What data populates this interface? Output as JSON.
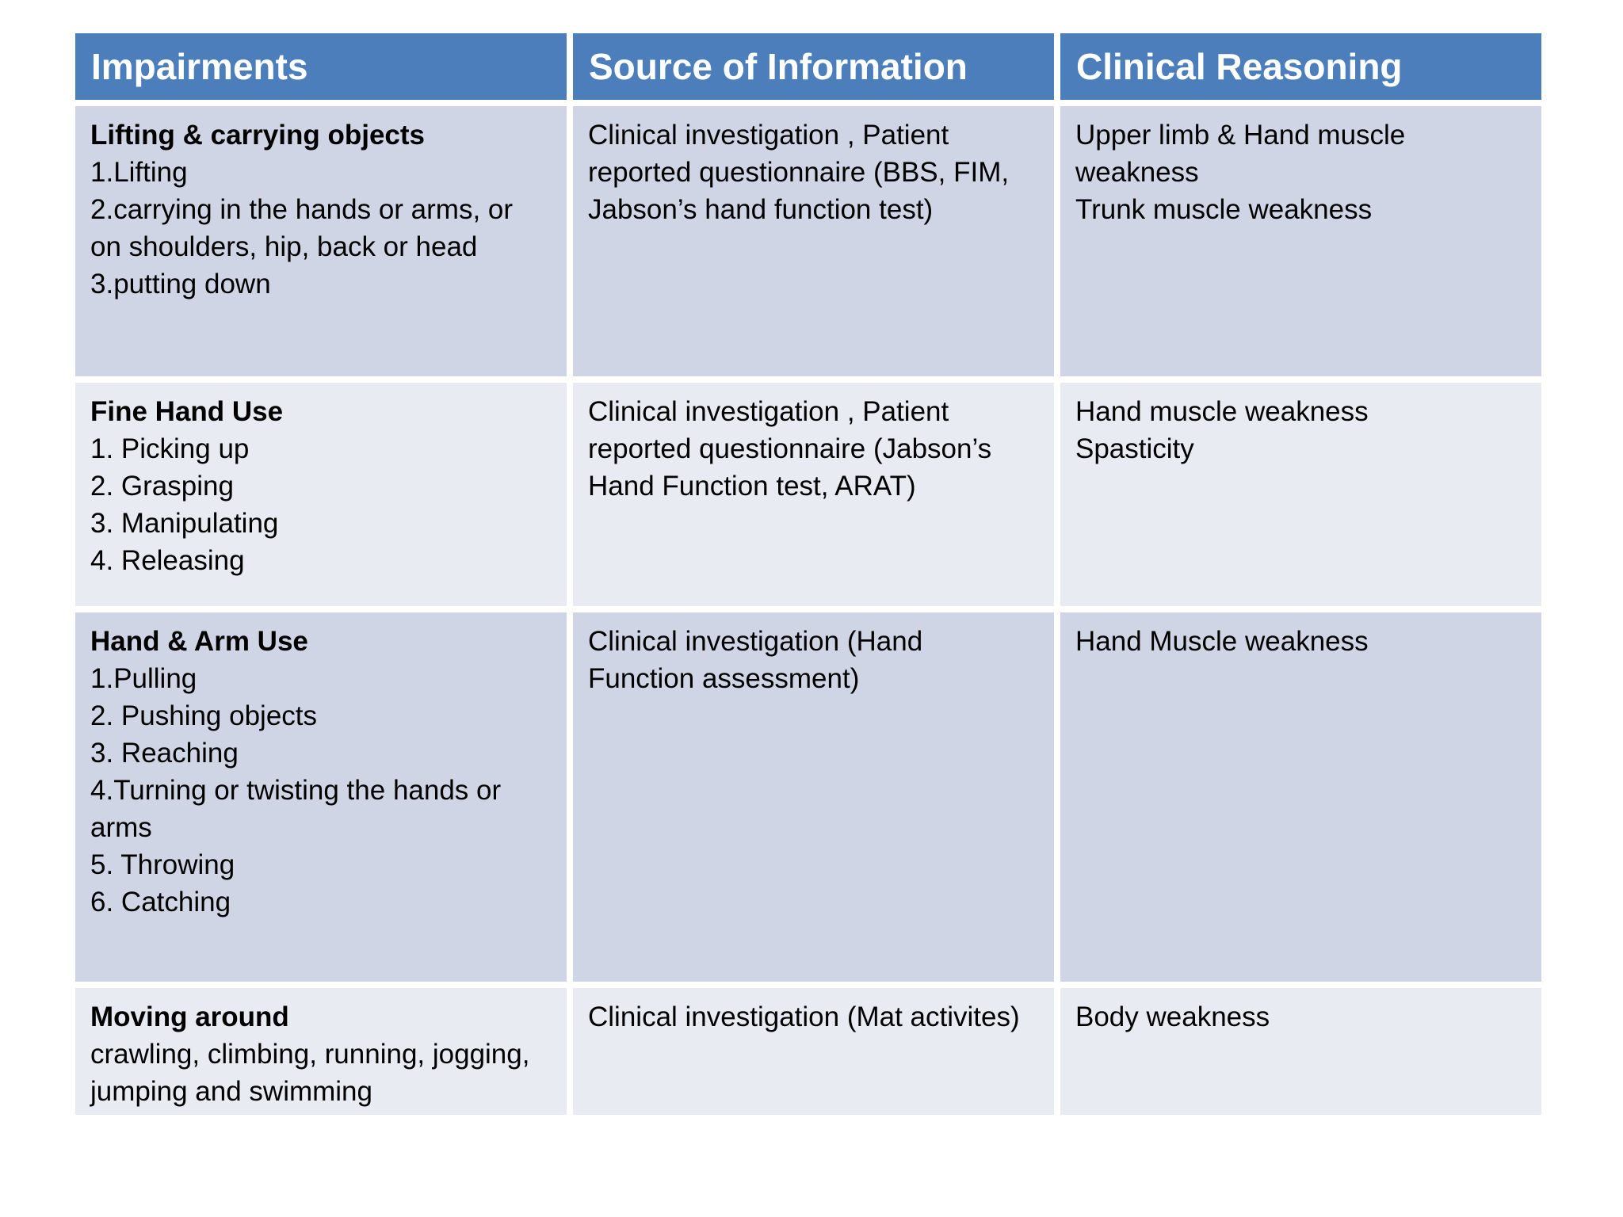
{
  "colors": {
    "header_bg": "#4b7ebb",
    "header_text": "#ffffff",
    "row_band_dark": "#d0d5e5",
    "row_band_light": "#e9ebf2",
    "divider": "#ffffff",
    "body_text": "#000000"
  },
  "table": {
    "columns": [
      "Impairments",
      "Source of Information",
      "Clinical Reasoning"
    ],
    "rows": [
      {
        "impairments": {
          "title": "Lifting & carrying objects",
          "items": [
            "1.Lifting",
            "2.carrying in the hands or arms, or on shoulders, hip, back or head",
            "3.putting down"
          ]
        },
        "source_of_information": "Clinical investigation , Patient reported questionnaire (BBS, FIM, Jabson’s hand function test)",
        "clinical_reasoning": [
          "Upper limb & Hand muscle weakness",
          "Trunk muscle weakness"
        ]
      },
      {
        "impairments": {
          "title": "Fine Hand Use",
          "items": [
            "1. Picking up",
            "2. Grasping",
            "3. Manipulating",
            "4. Releasing"
          ]
        },
        "source_of_information": "Clinical investigation , Patient reported questionnaire (Jabson’s Hand Function test, ARAT)",
        "clinical_reasoning": [
          "Hand muscle weakness",
          "Spasticity"
        ]
      },
      {
        "impairments": {
          "title": "Hand & Arm Use",
          "items": [
            "1.Pulling",
            "2. Pushing objects",
            "3. Reaching",
            "4.Turning or twisting the hands or arms",
            "5. Throwing",
            "6. Catching"
          ]
        },
        "source_of_information": "Clinical investigation (Hand Function assessment)",
        "clinical_reasoning": [
          "Hand Muscle weakness"
        ]
      },
      {
        "impairments": {
          "title": "Moving around",
          "items": [
            "crawling, climbing, running, jogging, jumping and swimming"
          ]
        },
        "source_of_information": "Clinical investigation (Mat activites)",
        "clinical_reasoning": [
          "Body weakness"
        ]
      }
    ]
  }
}
